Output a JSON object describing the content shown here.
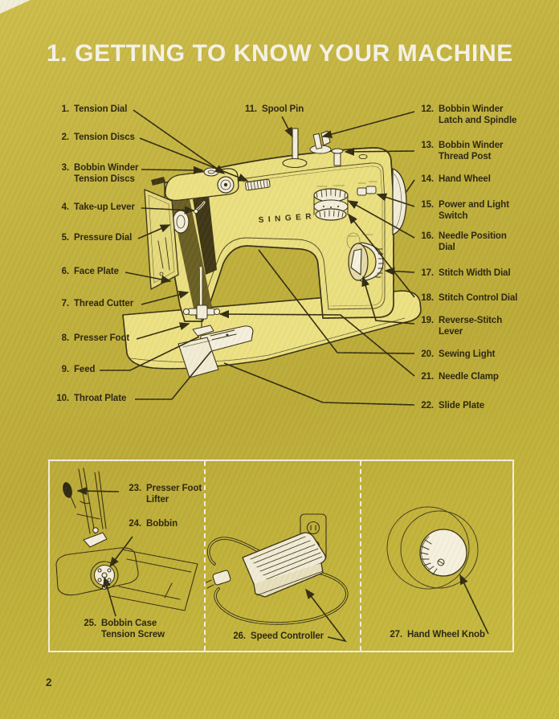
{
  "page": {
    "title": "1. GETTING TO KNOW YOUR MACHINE",
    "page_number": "2"
  },
  "machine": {
    "brand": "SINGER"
  },
  "colors": {
    "background": "#c2b23e",
    "machine_body": "#ebdf7f",
    "line_art": "#3a3316",
    "shadow_dark": "#6a5f23",
    "recess_dark": "#3f3716",
    "label_text": "#2d2711",
    "title_text": "#f6f3e7",
    "box_border": "#f3efe1",
    "part_white": "#f4efdb"
  },
  "diagram": {
    "labels": [
      {
        "num": "1.",
        "lines": [
          "Tension Dial"
        ]
      },
      {
        "num": "2.",
        "lines": [
          "Tension Discs"
        ]
      },
      {
        "num": "3.",
        "lines": [
          "Bobbin Winder",
          "Tension Discs"
        ]
      },
      {
        "num": "4.",
        "lines": [
          "Take-up Lever"
        ]
      },
      {
        "num": "5.",
        "lines": [
          "Pressure Dial"
        ]
      },
      {
        "num": "6.",
        "lines": [
          "Face Plate"
        ]
      },
      {
        "num": "7.",
        "lines": [
          "Thread Cutter"
        ]
      },
      {
        "num": "8.",
        "lines": [
          "Presser Foot"
        ]
      },
      {
        "num": "9.",
        "lines": [
          "Feed"
        ]
      },
      {
        "num": "10.",
        "lines": [
          "Throat Plate"
        ]
      },
      {
        "num": "11.",
        "lines": [
          "Spool Pin"
        ]
      },
      {
        "num": "12.",
        "lines": [
          "Bobbin Winder",
          "Latch and Spindle"
        ]
      },
      {
        "num": "13.",
        "lines": [
          "Bobbin Winder",
          "Thread Post"
        ]
      },
      {
        "num": "14.",
        "lines": [
          "Hand Wheel"
        ]
      },
      {
        "num": "15.",
        "lines": [
          "Power and Light",
          "Switch"
        ]
      },
      {
        "num": "16.",
        "lines": [
          "Needle Position",
          "Dial"
        ]
      },
      {
        "num": "17.",
        "lines": [
          "Stitch Width Dial"
        ]
      },
      {
        "num": "18.",
        "lines": [
          "Stitch Control Dial"
        ]
      },
      {
        "num": "19.",
        "lines": [
          "Reverse-Stitch",
          "Lever"
        ]
      },
      {
        "num": "20.",
        "lines": [
          "Sewing Light"
        ]
      },
      {
        "num": "21.",
        "lines": [
          "Needle Clamp"
        ]
      },
      {
        "num": "22.",
        "lines": [
          "Slide Plate"
        ]
      }
    ],
    "inset_labels": [
      {
        "num": "23.",
        "lines": [
          "Presser Foot",
          "Lifter"
        ]
      },
      {
        "num": "24.",
        "lines": [
          "Bobbin"
        ]
      },
      {
        "num": "25.",
        "lines": [
          "Bobbin Case",
          "Tension Screw"
        ]
      },
      {
        "num": "26.",
        "lines": [
          "Speed Controller"
        ]
      },
      {
        "num": "27.",
        "lines": [
          "Hand Wheel Knob"
        ]
      }
    ]
  }
}
